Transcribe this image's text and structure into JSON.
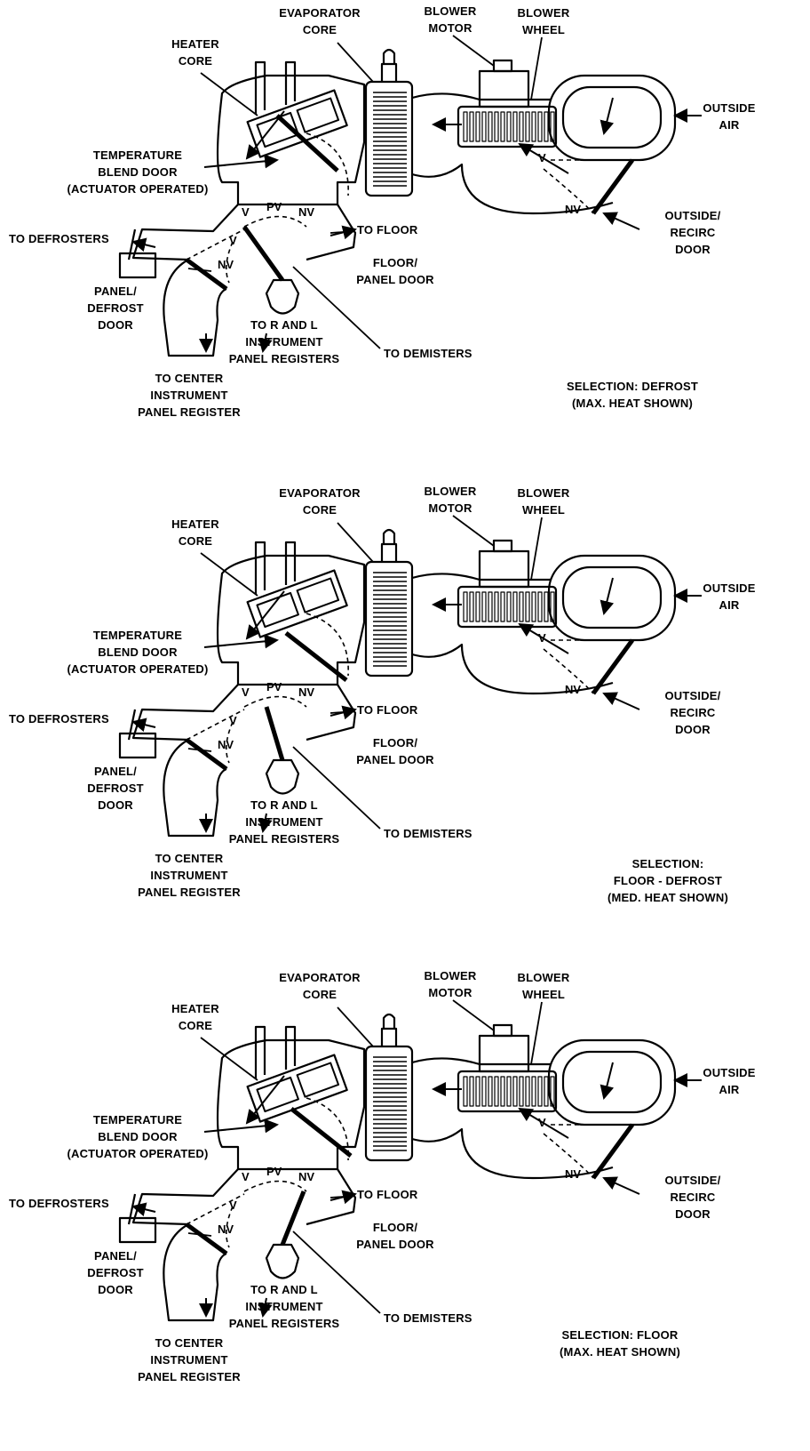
{
  "labels": {
    "evaporator_core": [
      "EVAPORATOR",
      "CORE"
    ],
    "blower_motor": [
      "BLOWER",
      "MOTOR"
    ],
    "blower_wheel": [
      "BLOWER",
      "WHEEL"
    ],
    "heater_core": [
      "HEATER",
      "CORE"
    ],
    "outside_air": [
      "OUTSIDE",
      "AIR"
    ],
    "temperature_blend_door": [
      "TEMPERATURE",
      "BLEND DOOR",
      "(ACTUATOR OPERATED)"
    ],
    "outside_recirc_door": [
      "OUTSIDE/",
      "RECIRC",
      "DOOR"
    ],
    "to_defrosters": "TO DEFROSTERS",
    "to_floor": "TO FLOOR",
    "floor_panel_door": [
      "FLOOR/",
      "PANEL DOOR"
    ],
    "panel_defrost_door": [
      "PANEL/",
      "DEFROST",
      "DOOR"
    ],
    "to_r_and_l": [
      "TO R AND L",
      "INSTRUMENT",
      "PANEL REGISTERS"
    ],
    "to_demisters": "TO DEMISTERS",
    "to_center": [
      "TO CENTER",
      "INSTRUMENT",
      "PANEL REGISTER"
    ]
  },
  "door_positions": {
    "v": "V",
    "pv": "PV",
    "nv": "NV"
  },
  "panels": [
    {
      "selection": [
        "SELECTION: DEFROST",
        "(MAX. HEAT SHOWN)"
      ]
    },
    {
      "selection": [
        "SELECTION:",
        "FLOOR - DEFROST",
        "(MED. HEAT SHOWN)"
      ]
    },
    {
      "selection": [
        "SELECTION: FLOOR",
        "(MAX. HEAT SHOWN)"
      ]
    }
  ]
}
